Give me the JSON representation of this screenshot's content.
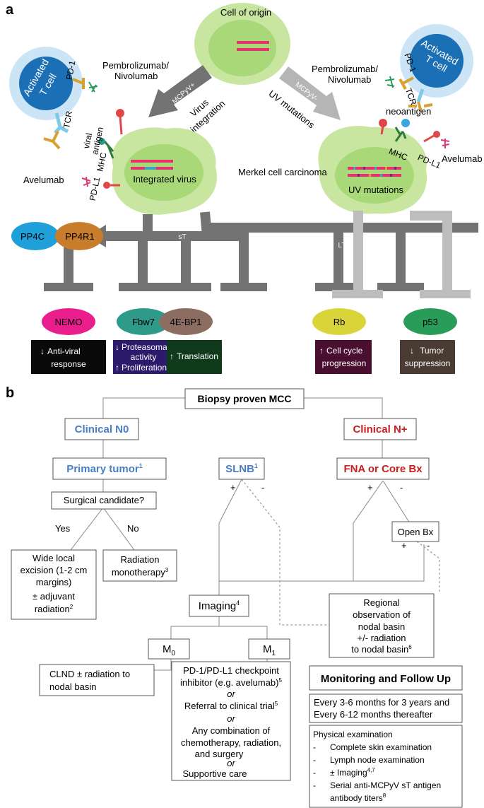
{
  "panel_a": {
    "panel_label": "a",
    "cell_of_origin": "Cell of origin",
    "tcell_left": {
      "line1": "Activated",
      "line2": "T cell",
      "pd1": "PD-1",
      "tcr": "TCR"
    },
    "tcell_right": {
      "line1": "Activated",
      "line2": "T cell",
      "pd1": "PD-1",
      "tcr": "TCR"
    },
    "drug_left": {
      "line1": "Pembrolizumab/",
      "line2": "Nivolumab"
    },
    "drug_right": {
      "line1": "Pembrolizumab/",
      "line2": "Nivolumab"
    },
    "arrow_left_tag": "MCPyV+",
    "arrow_left_text1": "Virus",
    "arrow_left_text2": "integration",
    "arrow_right_tag": "MCPyV-",
    "arrow_right_text": "UV mutations",
    "viral": "viral",
    "antigen": "antigen",
    "mhc_left": "MHC",
    "mhc_right": "MHC",
    "pdl1_left": "PD-L1",
    "pdl1_right": "PD-L1",
    "avelumab_left": "Avelumab",
    "avelumab_right": "Avelumab",
    "neoantigen": "neoantigen",
    "integrated_virus": "Integrated virus",
    "uv_mutations": "UV mutations",
    "mcc": "Merkel cell carcinoma",
    "st": "sT",
    "lt": "LT",
    "pp4c": "PP4C",
    "pp4r1": "PP4R1",
    "targets": [
      "NEMO",
      "Fbw7",
      "4E-BP1",
      "Rb",
      "p53"
    ],
    "outcome1": {
      "l1": "Anti-viral",
      "l2": "response"
    },
    "outcome2": {
      "l1": "Proteasomal",
      "l2": "activity",
      "l3": "Proliferation"
    },
    "outcome3": {
      "l1": "Translation"
    },
    "outcome4": {
      "l1": "Cell cycle",
      "l2": "progression"
    },
    "outcome5": {
      "l1": "Tumor",
      "l2": "suppression"
    },
    "colors": {
      "cell_fill": "#c8e6a0",
      "cell_inner": "#a8d878",
      "grey_arrow": "#737373",
      "light_grey": "#bdbdbd",
      "tcell_blue": "#1b6fb5",
      "nemo": "#e91e8c",
      "fbw7": "#2e9a8a",
      "fourebp1": "#8c6d62",
      "rb": "#d9d43a",
      "p53": "#2a9c5a",
      "pp4c": "#1fa0d8",
      "pp4r1": "#c87d2c",
      "out1": "#0a0a0a",
      "out2": "#2b1b6a",
      "out3": "#103a1c",
      "out4": "#4a0f30",
      "out5": "#4a3b33"
    }
  },
  "panel_b": {
    "panel_label": "b",
    "biopsy": "Biopsy proven MCC",
    "clinical_n0": "Clinical N0",
    "clinical_np": "Clinical N+",
    "primary_tumor": "Primary tumor",
    "primary_sup": "1",
    "slnb": "SLNB",
    "slnb_sup": "1",
    "fna": "FNA or Core Bx",
    "surgical": "Surgical candidate?",
    "yes": "Yes",
    "no": "No",
    "plus": "+",
    "minus": "-",
    "open_bx": "Open Bx",
    "wle": {
      "l1": "Wide local",
      "l2": "excision (1-2 cm",
      "l3": "margins)",
      "l4": "± adjuvant",
      "l5": "radiation",
      "sup": "2"
    },
    "rad_mono": {
      "l1": "Radiation",
      "l2": "monotherapy",
      "sup": "3"
    },
    "imaging": "Imaging",
    "imaging_sup": "4",
    "regional": {
      "l1": "Regional",
      "l2": "observation of",
      "l3": "nodal basin",
      "l4": "+/- radiation",
      "l5": "to nodal basin",
      "sup": "6"
    },
    "m0": "M",
    "m0_sub": "0",
    "m1": "M",
    "m1_sub": "1",
    "clnd": {
      "l1": "CLND ± radiation to",
      "l2": "nodal basin"
    },
    "treatment": {
      "l1": "PD-1/PD-L1 checkpoint",
      "l2": "inhibitor (e.g. avelumab)",
      "l2_sup": "5",
      "or": "or",
      "l3": "Referral to clinical trial",
      "l3_sup": "5",
      "l4": "Any combination of",
      "l5": "chemotherapy, radiation,",
      "l6": "and surgery",
      "l7": "Supportive care"
    },
    "monitoring_title": "Monitoring and Follow Up",
    "schedule": {
      "l1": "Every 3-6 months for 3 years and",
      "l2": "Every 6-12 months thereafter"
    },
    "physical": {
      "title": "Physical examination",
      "items": [
        "Complete skin examination",
        "Lymph node examination",
        "± Imaging",
        "Serial anti-MCPyV sT antigen"
      ],
      "imaging_sup": "4,7",
      "item4_cont": "antibody titers",
      "item4_sup": "8",
      "dash": "-"
    },
    "colors": {
      "blue": "#4a7ec2",
      "red": "#c81e1e",
      "line": "#888888"
    }
  }
}
